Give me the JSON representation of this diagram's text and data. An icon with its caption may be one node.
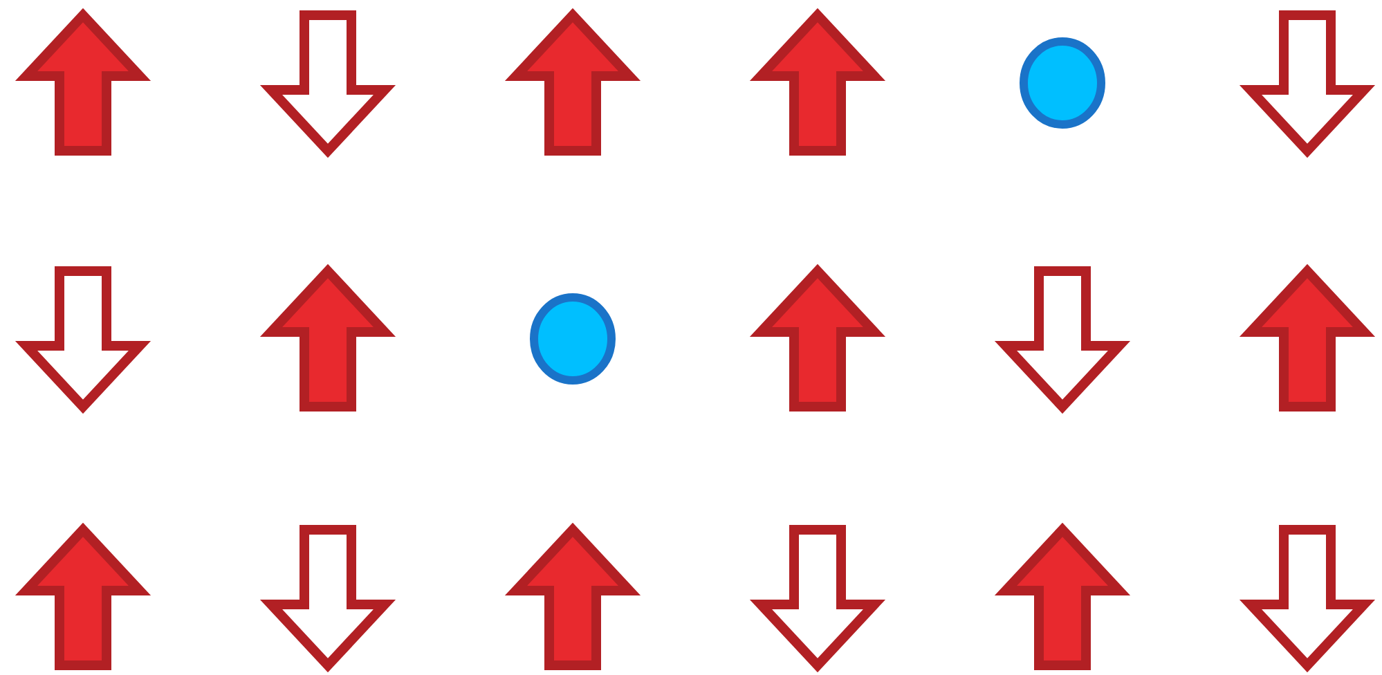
{
  "diagram": {
    "nodes": [
      {
        "text": [],
        "shape": "arrow-up"
      },
      {
        "text": [],
        "shape": "arrow-down"
      },
      {
        "text": [],
        "shape": "arrow-up"
      },
      {
        "text": [],
        "shape": "arrow-up"
      },
      {
        "text": [],
        "shape": "circle"
      },
      {
        "text": [],
        "shape": "arrow-down"
      },
      {
        "text": [],
        "shape": "arrow-down"
      },
      {
        "text": [],
        "shape": "arrow-up"
      },
      {
        "text": [],
        "shape": "circle"
      },
      {
        "text": [],
        "shape": "arrow-up"
      },
      {
        "text": [],
        "shape": "arrow-down"
      },
      {
        "text": [],
        "shape": "arrow-up"
      },
      {
        "text": [],
        "shape": "arrow-up"
      },
      {
        "text": [],
        "shape": "arrow-down"
      },
      {
        "text": [],
        "shape": "arrow-up"
      },
      {
        "text": [],
        "shape": "arrow-down"
      },
      {
        "text": [],
        "shape": "arrow-up"
      },
      {
        "text": [],
        "shape": "arrow-down"
      }
    ]
  }
}
